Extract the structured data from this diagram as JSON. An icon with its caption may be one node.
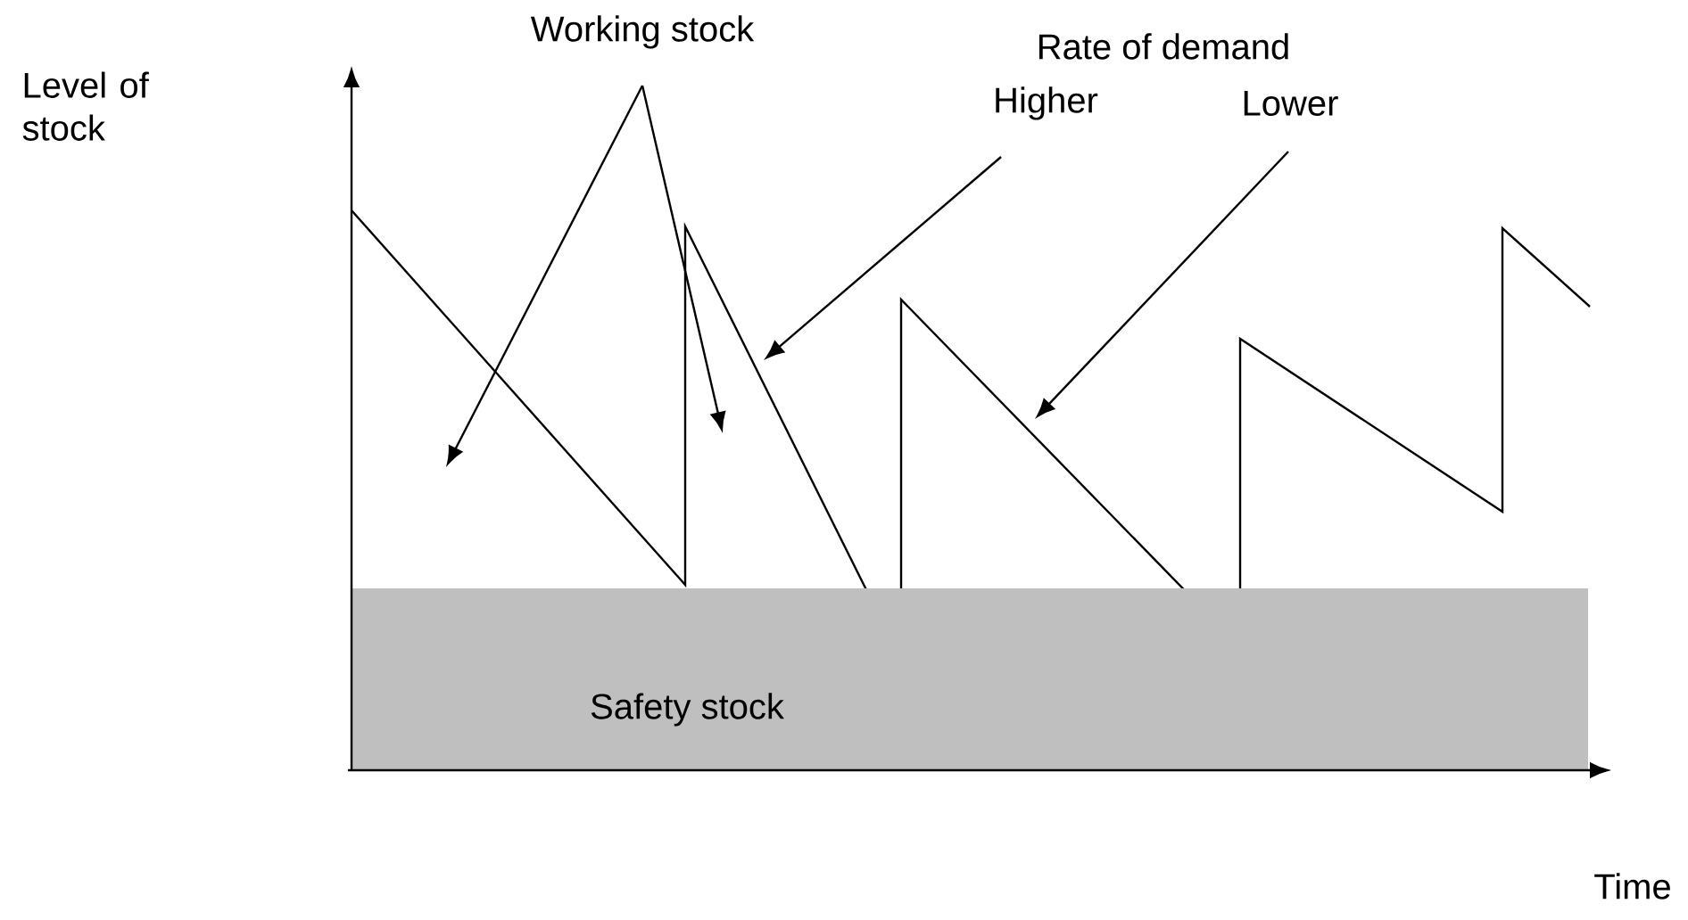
{
  "diagram": {
    "nodes": [
      {
        "text": [
          "Working stock"
        ]
      },
      {
        "text": [
          "Higher"
        ]
      },
      {
        "text": [
          "Lower"
        ]
      },
      {
        "text": [
          "Safety stock"
        ]
      }
    ],
    "edges": [
      {
        "from": 0,
        "to": null,
        "arrow": "to"
      },
      {
        "from": 0,
        "to": null,
        "arrow": "to"
      },
      {
        "from": 1,
        "to": null,
        "arrow": "to"
      },
      {
        "from": 2,
        "to": null,
        "arrow": "to"
      }
    ],
    "labels": [
      "Level of stock",
      "Rate of demand",
      "Time"
    ]
  }
}
